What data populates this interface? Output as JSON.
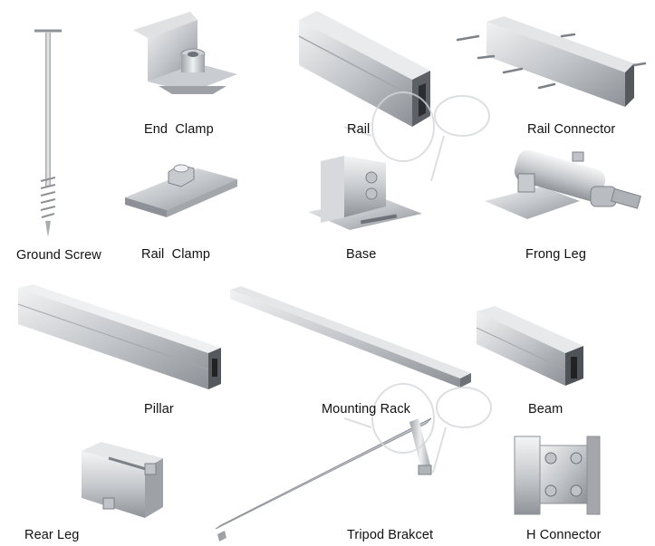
{
  "labels": {
    "ground_screw": "Ground Screw",
    "end_clamp": "End  Clamp",
    "rail": "Rail",
    "rail_connector": "Rail Connector",
    "rail_clamp": "Rail  Clamp",
    "base": "Base",
    "frong_leg": "Frong Leg",
    "pillar": "Pillar",
    "mounting_rack": "Mounting Rack",
    "beam": "Beam",
    "rear_leg": "Rear Leg",
    "tripod_bracket": "Tripod Brakcet",
    "h_connector": "H Connector"
  },
  "colors": {
    "metal_light": "#e8eaec",
    "metal_mid": "#b9bdc2",
    "metal_dark": "#7d8288",
    "background": "#ffffff"
  },
  "watermark_icon": "op-logo-watermark"
}
